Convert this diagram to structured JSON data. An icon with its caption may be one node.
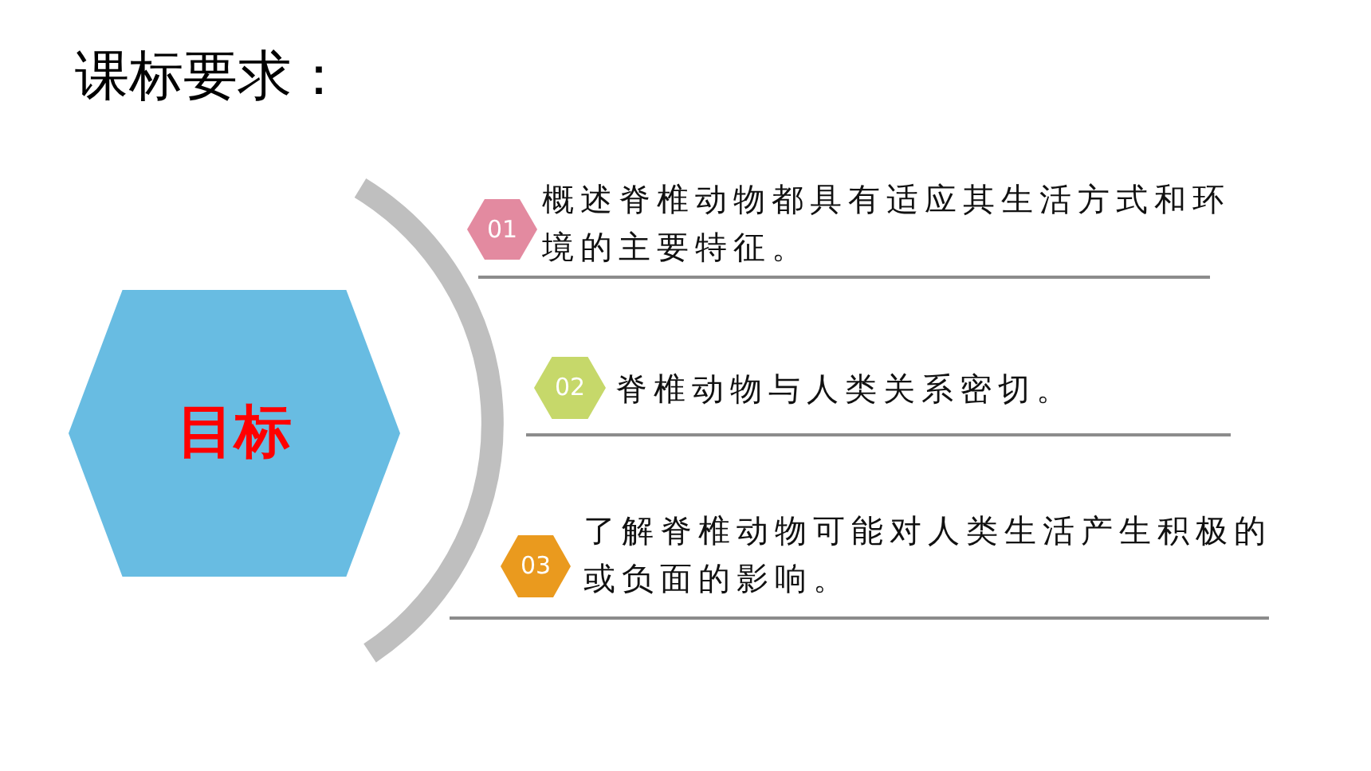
{
  "diagram": {
    "title": "课标要求：",
    "nodes": [
      {
        "text": [
          "目标"
        ]
      },
      {
        "text": [
          "01"
        ],
        "beside": [
          "概述脊椎动物都具有适应其生活方式和环境的主要特征。"
        ]
      },
      {
        "text": [
          "02"
        ],
        "beside": [
          "脊椎动物与人类关系密切。"
        ]
      },
      {
        "text": [
          "03"
        ],
        "beside": [
          "了解脊椎动物可能对人类生活产生积极的或负面的影响。"
        ]
      }
    ]
  }
}
